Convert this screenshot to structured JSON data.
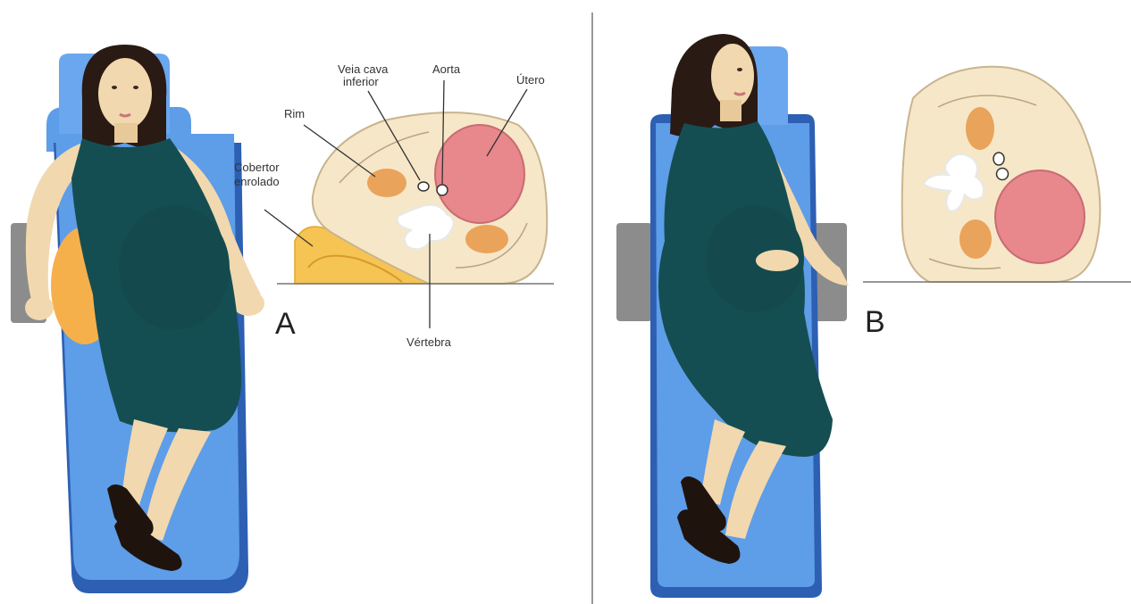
{
  "panel_a": {
    "letter": "A",
    "labels": {
      "rim": "Rim",
      "veia_cava_line1": "Veia cava",
      "veia_cava_line2": "inferior",
      "aorta": "Aorta",
      "utero": "Útero",
      "cobertor_line1": "Cobertor",
      "cobertor_line2": "enrolado",
      "vertebra": "Vértebra"
    }
  },
  "panel_b": {
    "letter": "B"
  },
  "colors": {
    "chair_blue": "#4f8fe0",
    "chair_dark": "#2d5fb3",
    "dress": "#154e52",
    "skin": "#f1d8ae",
    "hair": "#2a1a14",
    "uterus": "#e8878c",
    "kidney": "#eaa35a",
    "blanket": "#f6c453",
    "body_section": "#f6e7c8",
    "armrest": "#8c8c8c"
  }
}
